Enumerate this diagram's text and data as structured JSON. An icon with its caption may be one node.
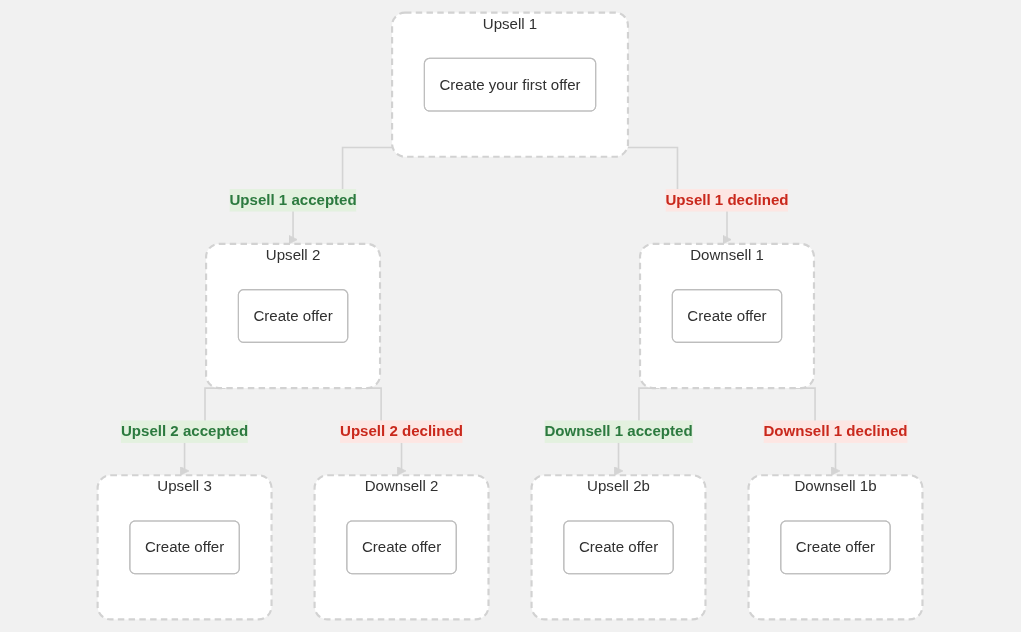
{
  "diagram": {
    "nodes": [
      {
        "text": [
          "Upsell 1"
        ]
      },
      {
        "text": [
          "Create your first offer"
        ],
        "in": 0
      },
      {
        "text": [
          "Upsell 2"
        ]
      },
      {
        "text": [
          "Create offer"
        ],
        "in": 2
      },
      {
        "text": [
          "Downsell 1"
        ]
      },
      {
        "text": [
          "Create offer"
        ],
        "in": 4
      },
      {
        "text": [
          "Upsell 3"
        ]
      },
      {
        "text": [
          "Create offer"
        ],
        "in": 6
      },
      {
        "text": [
          "Downsell 2"
        ]
      },
      {
        "text": [
          "Create offer"
        ],
        "in": 8
      },
      {
        "text": [
          "Upsell 2b"
        ]
      },
      {
        "text": [
          "Create offer"
        ],
        "in": 10
      },
      {
        "text": [
          "Downsell 1b"
        ]
      },
      {
        "text": [
          "Create offer"
        ],
        "in": 12
      }
    ],
    "edges": [
      {
        "from": 0,
        "to": 2,
        "arrow": "to",
        "label": "Upsell 1 accepted"
      },
      {
        "from": 0,
        "to": 4,
        "arrow": "to",
        "label": "Upsell 1 declined"
      },
      {
        "from": 2,
        "to": 6,
        "arrow": "to",
        "label": "Upsell 2 accepted"
      },
      {
        "from": 2,
        "to": 8,
        "arrow": "to",
        "label": "Upsell 2 declined"
      },
      {
        "from": 4,
        "to": 10,
        "arrow": "to",
        "label": "Downsell 1 accepted"
      },
      {
        "from": 4,
        "to": 12,
        "arrow": "to",
        "label": "Downsell 1 declined"
      }
    ]
  }
}
